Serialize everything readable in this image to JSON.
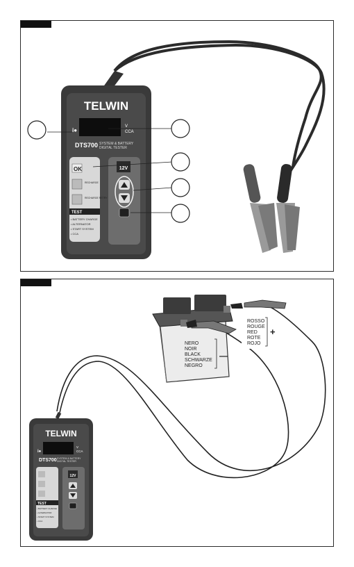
{
  "figure1": {
    "brand": "TELWIN",
    "model": "DTS700",
    "subtitle_line1": "SYSTEM & BATTERY",
    "subtitle_line2": "DIGITAL TESTER",
    "unit_v": "V",
    "unit_cca": "CCA",
    "ok_label": "OK",
    "recharge_label": "RECHARGE",
    "recharge_retry_label": "RECHARGE RETRY",
    "voltage_label": "12V",
    "test_header": "TEST",
    "test_items": [
      "• BATTERY CHARGE",
      "• ALTERNATOR",
      "• START SYSTEM",
      "• CCA"
    ],
    "callouts": [
      "",
      "",
      "",
      "",
      ""
    ]
  },
  "figure2": {
    "brand": "TELWIN",
    "model": "DTS700",
    "subtitle_line1": "SYSTEM & BATTERY",
    "subtitle_line2": "DIGITAL TESTER",
    "unit_v": "V",
    "unit_cca": "CCA",
    "voltage_label": "12V",
    "test_header": "TEST",
    "test_items": [
      "• BATTERY CHARGE",
      "• ALTERNATOR",
      "• START SYSTEM",
      "• CCA"
    ],
    "positive_colors": [
      "ROSSO",
      "ROUGE",
      "RED",
      "ROTE",
      "ROJO"
    ],
    "positive_sign": "+",
    "negative_colors": [
      "NERO",
      "NOIR",
      "BLACK",
      "SCHWARZE",
      "NEGRO"
    ],
    "negative_sign": "—"
  }
}
